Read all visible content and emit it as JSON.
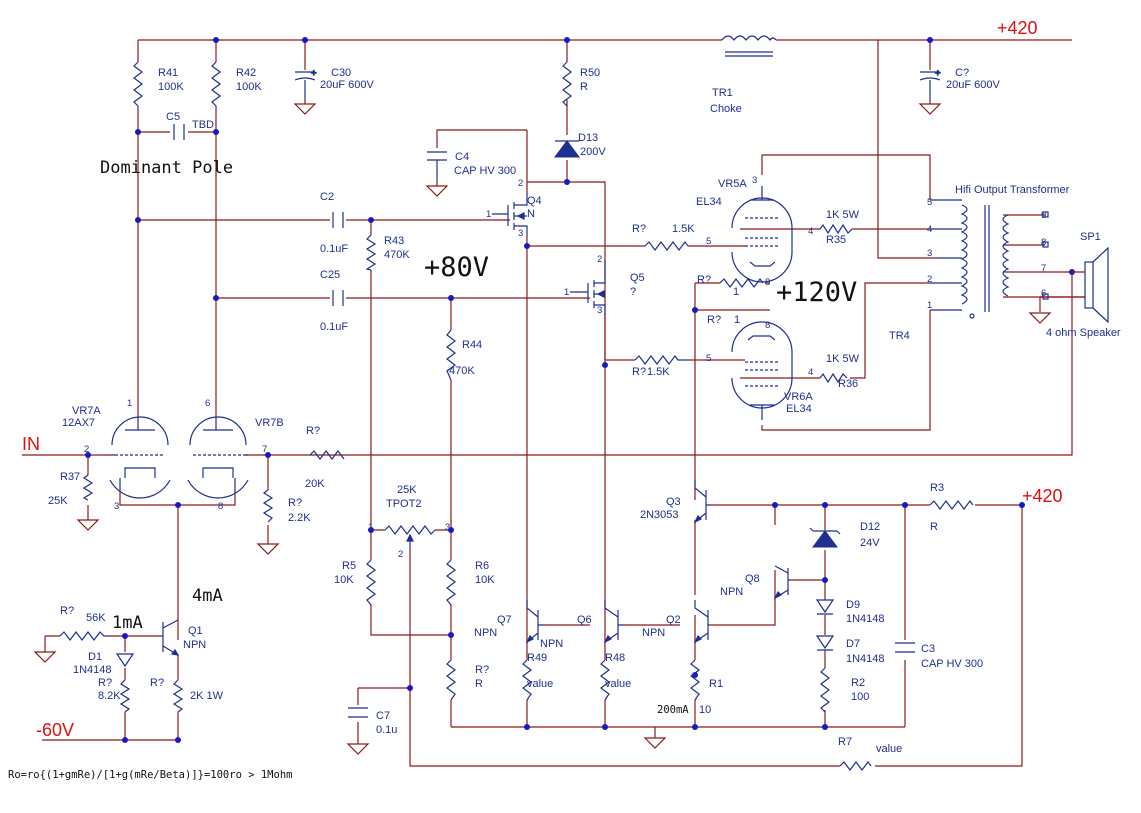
{
  "rails": {
    "top_supply": "+420",
    "right_supply": "+420",
    "neg_supply": "-60V",
    "input": "IN"
  },
  "annotations": {
    "dominant_pole": "Dominant Pole",
    "v80": "+80V",
    "v120": "+120V",
    "i4ma": "4mA",
    "i1ma": "1mA",
    "i200ma": "200mA",
    "formula": "Ro=ro{(1+gmRe)/[1+g(mRe/Beta)]}=100ro > 1Mohm"
  },
  "components": {
    "r41": {
      "ref": "R41",
      "value": "100K"
    },
    "r42": {
      "ref": "R42",
      "value": "100K"
    },
    "c30": {
      "ref": "C30",
      "value": "20uF 600V"
    },
    "c5": {
      "ref": "C5",
      "value": "TBD"
    },
    "r50": {
      "ref": "R50",
      "value": "R"
    },
    "d13": {
      "ref": "D13",
      "value": "200V"
    },
    "c4": {
      "ref": "C4",
      "value": "CAP HV 300"
    },
    "tr1": {
      "ref": "TR1",
      "value": "Choke"
    },
    "cq": {
      "ref": "C?",
      "value": "20uF 600V"
    },
    "c2": {
      "ref": "C2",
      "value": "0.1uF"
    },
    "c25": {
      "ref": "C25",
      "value": "0.1uF"
    },
    "r43": {
      "ref": "R43",
      "value": "470K"
    },
    "r44": {
      "ref": "R44",
      "value": "470K"
    },
    "q4": {
      "ref": "Q4",
      "value": "N"
    },
    "q5": {
      "ref": "Q5",
      "value": "?"
    },
    "vr5a": {
      "ref": "VR5A",
      "value": "EL34"
    },
    "vr6a": {
      "ref": "VR6A",
      "value": "EL34"
    },
    "r35": {
      "ref": "R35",
      "value": "1K 5W"
    },
    "r36": {
      "ref": "R36",
      "value": "1K 5W"
    },
    "rg5": {
      "ref": "R?",
      "value": "1.5K"
    },
    "rg6": {
      "ref": "R?",
      "value": "1.5K"
    },
    "rs1": {
      "ref": "R?",
      "value": "1"
    },
    "rs2": {
      "ref": "R?",
      "value": "1"
    },
    "tr4": {
      "ref": "TR4",
      "value": "Hifi Output Transformer"
    },
    "sp1": {
      "ref": "SP1",
      "value": "4 ohm Speaker"
    },
    "vr7a": {
      "ref": "VR7A",
      "value": "12AX7"
    },
    "vr7b": {
      "ref": "VR7B",
      "value": ""
    },
    "r37": {
      "ref": "R37",
      "value": "25K"
    },
    "rfb": {
      "ref": "R?",
      "value": "20K"
    },
    "rk": {
      "ref": "R?",
      "value": "2.2K"
    },
    "tpot": {
      "ref": "25K",
      "value": "TPOT2"
    },
    "r5": {
      "ref": "R5",
      "value": "10K"
    },
    "r6": {
      "ref": "R6",
      "value": "10K"
    },
    "rr": {
      "ref": "R?",
      "value": "R"
    },
    "c7": {
      "ref": "C7",
      "value": "0.1u"
    },
    "q7": {
      "ref": "Q7",
      "value": "NPN"
    },
    "q6": {
      "ref": "Q6",
      "value": "NPN"
    },
    "q2": {
      "ref": "Q2",
      "value": "NPN"
    },
    "q3": {
      "ref": "Q3",
      "value": "2N3053"
    },
    "q8": {
      "ref": "Q8",
      "value": "NPN"
    },
    "r49": {
      "ref": "R49",
      "value": "value"
    },
    "r48": {
      "ref": "R48",
      "value": "value"
    },
    "r1": {
      "ref": "R1",
      "value": "10"
    },
    "r3": {
      "ref": "R3",
      "value": "R"
    },
    "d12": {
      "ref": "D12",
      "value": "24V"
    },
    "d9": {
      "ref": "D9",
      "value": "1N4148"
    },
    "d7": {
      "ref": "D7",
      "value": "1N4148"
    },
    "r2": {
      "ref": "R2",
      "value": "100"
    },
    "c3": {
      "ref": "C3",
      "value": "CAP HV 300"
    },
    "r7": {
      "ref": "R7",
      "value": "value"
    },
    "q1": {
      "ref": "Q1",
      "value": "NPN"
    },
    "d1": {
      "ref": "D1",
      "value": "1N4148"
    },
    "r56": {
      "ref": "R?",
      "value": "56K"
    },
    "r82": {
      "ref": "R?",
      "value": "8.2K"
    },
    "r2k": {
      "ref": "R?",
      "value": "2K 1W"
    }
  },
  "pins": [
    "1",
    "2",
    "3",
    "5",
    "4",
    "8",
    "3",
    "5",
    "4",
    "8",
    "1",
    "2",
    "6",
    "7",
    "3",
    "8",
    "1",
    "2",
    "3",
    "9",
    "8",
    "7",
    "6",
    "5",
    "4",
    "3",
    "2",
    "1",
    "1",
    "2",
    "3"
  ]
}
